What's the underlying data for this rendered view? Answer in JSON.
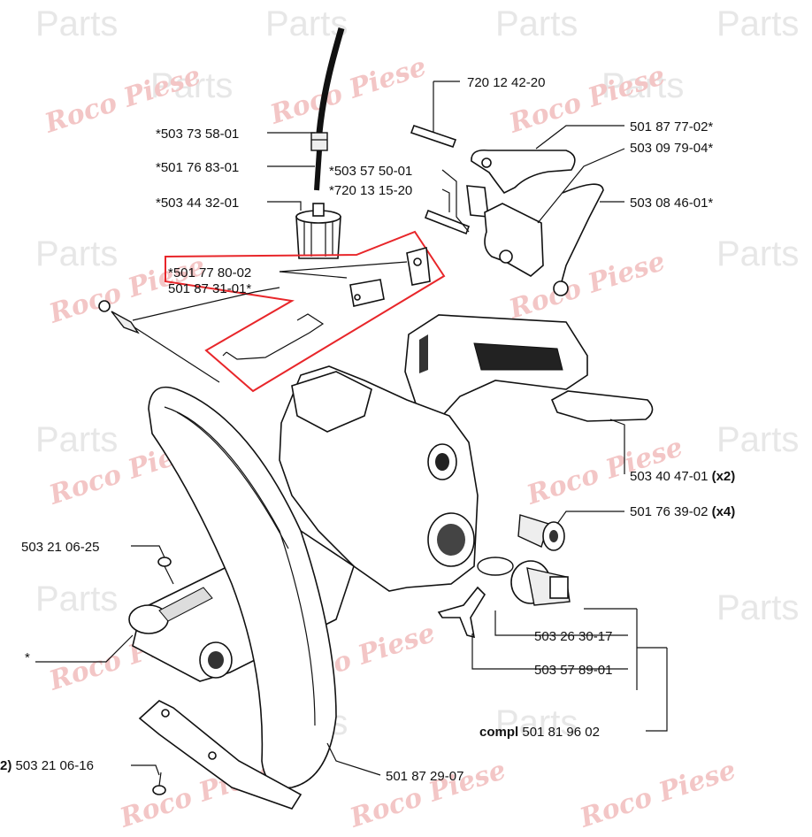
{
  "watermark": {
    "word1": "Parts",
    "word2": "Roco Piese"
  },
  "labels": [
    {
      "id": "l1",
      "text": "720 12 42-20"
    },
    {
      "id": "l2",
      "text": "501 87 77-02*"
    },
    {
      "id": "l3",
      "text": "503 09 79-04*"
    },
    {
      "id": "l4",
      "text": "*503 73 58-01"
    },
    {
      "id": "l5",
      "text": "*501 76 83-01"
    },
    {
      "id": "l6",
      "text": "*503 57 50-01"
    },
    {
      "id": "l7",
      "text": "*720 13 15-20"
    },
    {
      "id": "l8",
      "text": "503 08 46-01*"
    },
    {
      "id": "l9",
      "text": "*503 44 32-01"
    },
    {
      "id": "l10",
      "text": "*501 77 80-02"
    },
    {
      "id": "l11",
      "text": "501 87 31-01*"
    },
    {
      "id": "l12",
      "text": "503 40 47-01",
      "suffix": "(x2)"
    },
    {
      "id": "l13",
      "text": "501 76 39-02",
      "suffix": "(x4)"
    },
    {
      "id": "l14",
      "text": "503 21 06-25"
    },
    {
      "id": "l15",
      "text": "503 26 30-17"
    },
    {
      "id": "l16",
      "text": "*"
    },
    {
      "id": "l17",
      "text": "503 57 89-01"
    },
    {
      "id": "l18",
      "prefix": "compl",
      "text": "501 81 96 02"
    },
    {
      "id": "l19",
      "prefix": "2)",
      "text": "503 21 06-16"
    },
    {
      "id": "l20",
      "text": "501 87 29-07"
    }
  ],
  "highlight_color": "#e8262a"
}
